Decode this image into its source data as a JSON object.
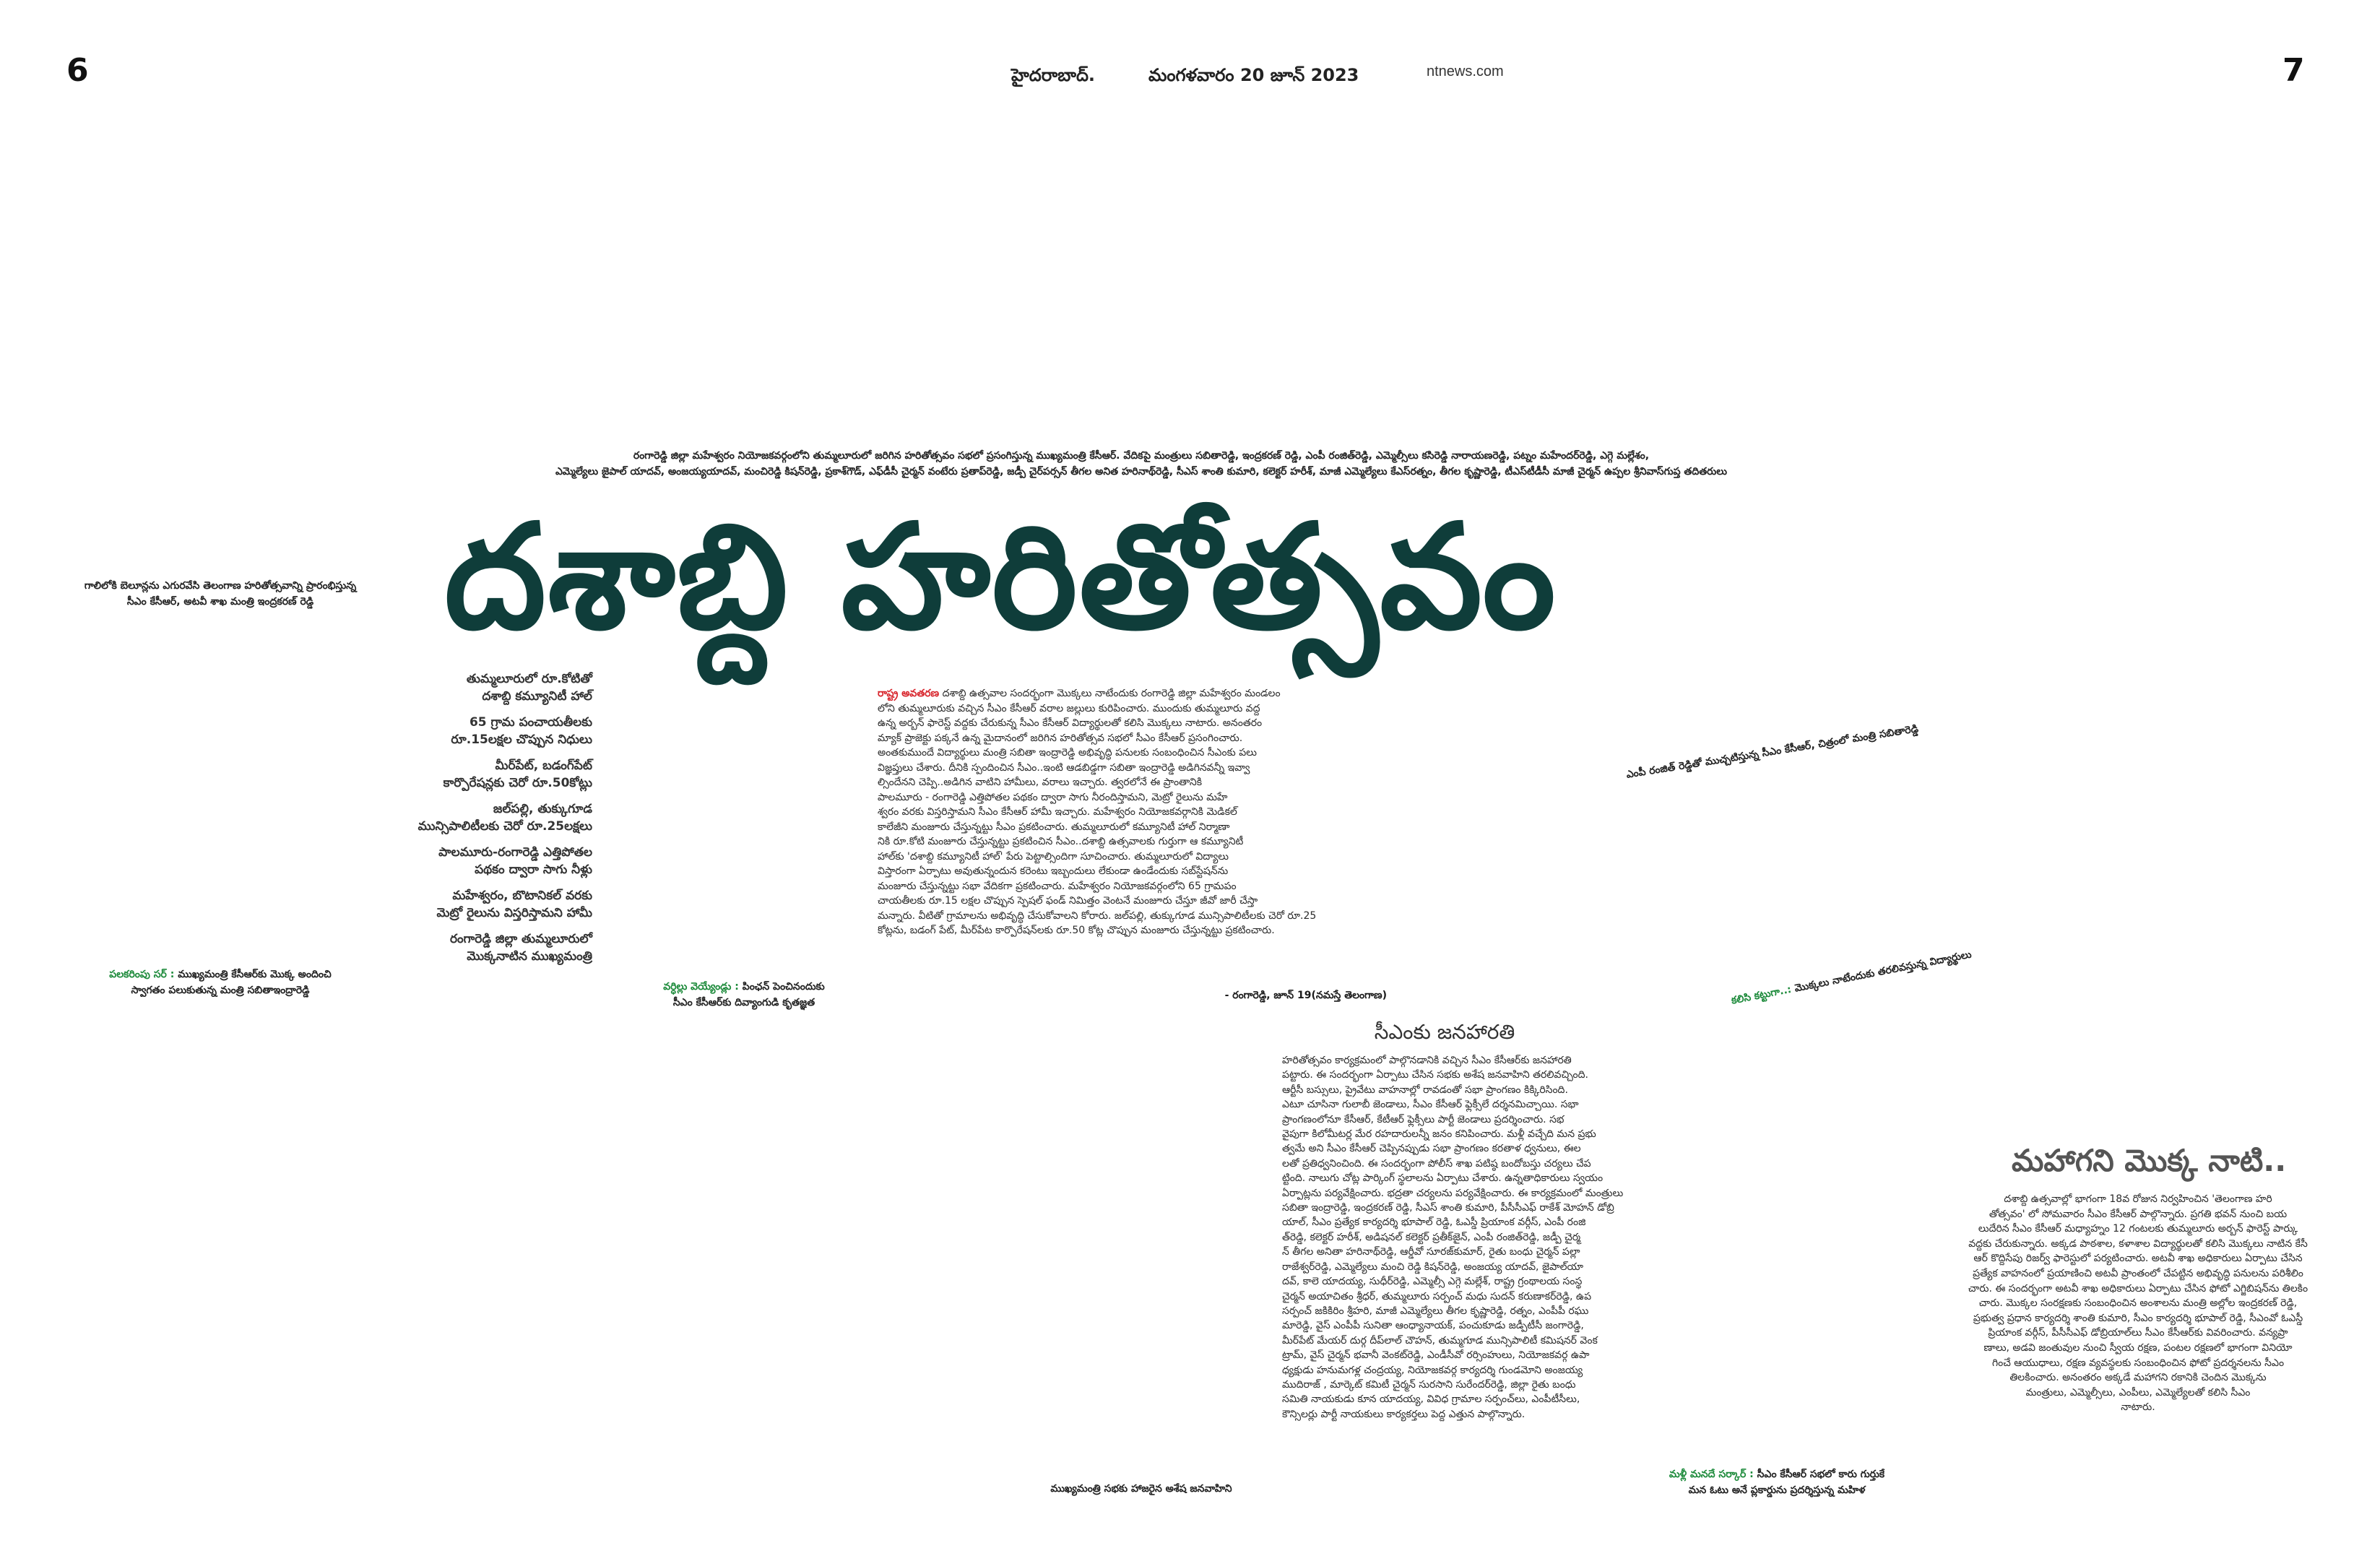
{
  "page_left": "6",
  "page_right": "7",
  "header": {
    "city": "హైదరాబాద్.",
    "date": "మంగళవారం 20 జూన్ 2023",
    "website": "ntnews.com"
  },
  "top_caption": {
    "line1": "రంగారెడ్డి జిల్లా మహేశ్వరం నియోజకవర్గంలోని తుమ్మలూరులో జరిగిన హరితోత్సవం సభలో ప్రసంగిస్తున్న ముఖ్యమంత్రి కేసీఆర్. వేదికపై మంత్రులు సబితారెడ్డి, ఇంద్రకరణ్ రెడ్డి, ఎంపీ రంజిత్‌రెడ్డి, ఎమ్మెల్సీలు కసిరెడ్డి నారాయణరెడ్డి, పట్నం మహేందర్‌రెడ్డి, ఎగ్గె మల్లేశం,",
    "line2": "ఎమ్మెల్యేలు జైపాల్ యాదవ్, అంజయ్యయాదవ్, మంచిరెడ్డి కిషన్‌రెడ్డి, ప్రకాశ్‌గౌడ్, ఎఫ్‌డీసీ చైర్మన్ వంటేరు ప్రతాప్‌రెడ్డి, జడ్పీ చైర్‌పర్సన్ తీగల అనిత హరినాథ్‌రెడ్డి, సీఎస్ శాంతి కుమారి, కలెక్టర్ హరీశ్, మాజీ ఎమ్మెల్యేలు కేఎస్‌రత్నం, తీగల కృష్ణారెడ్డి, టీఎస్‌టీడీసీ మాజీ చైర్మన్ ఉప్పల శ్రీనివాస్‌గుప్త తదితరులు"
  },
  "photo_caption_left": {
    "line1": "గాలిలోకి బెలూన్లను ఎగురవేసి తెలంగాణ హరితోత్సవాన్ని ప్రారంభిస్తున్న",
    "line2": "సీఎం కేసీఆర్, అటవీ శాఖ మంత్రి ఇంద్రకరణ్ రెడ్డి"
  },
  "headline": "దశాబ్ది హరితోత్సవం",
  "highlights": [
    {
      "l1": "తుమ్మలూరులో రూ.కోటితో",
      "l2": "దశాబ్ది కమ్యూనిటీ హాల్"
    },
    {
      "l1": "65 గ్రామ పంచాయతీలకు",
      "l2": "రూ.15లక్షల చొప్పున నిధులు"
    },
    {
      "l1": "మీర్‌పేట్, బడంగ్‌పేట్",
      "l2": "కార్పొరేషన్లకు చెరో రూ.50కోట్లు"
    },
    {
      "l1": "జల్‌పల్లి, తుక్కుగూడ",
      "l2": "మున్సిపాలిటీలకు చెరో రూ.25లక్షలు"
    },
    {
      "l1": "పాలమూరు-రంగారెడ్డి ఎత్తిపోతల",
      "l2": "పథకం ద్వారా సాగు నీళ్లు"
    },
    {
      "l1": "మహేశ్వరం, బొటానికల్ వరకు",
      "l2": "మెట్రో రైలును విస్తరిస్తామని హామీ"
    },
    {
      "l1": "రంగారెడ్డి జిల్లా తుమ్మలూరులో",
      "l2": "మొక్కనాటిన ముఖ్యమంత్రి"
    }
  ],
  "caption_welcome": {
    "label": "పలకరింపు సర్ :",
    "line1": "ముఖ్యమంత్రి కేసీఆర్‌కు మొక్క అందించి",
    "line2": "స్వాగతం పలుకుతున్న మంత్రి సబితాఇంద్రారెడ్డి"
  },
  "caption_pension": {
    "label": "వర్ధిల్లు వెయ్యేండ్లు :",
    "line1": "పింఛన్ పెంచినందుకు",
    "line2": "సీఎం కేసీఆర్‌కు దివ్యాంగుడి కృతజ్ఞత"
  },
  "main_story": {
    "kicker": "రాష్ట్ర అవతరణ",
    "lines": [
      "దశాబ్ది ఉత్సవాల సందర్భంగా మొక్కలు నాటేందుకు రంగారెడ్డి జిల్లా మహేశ్వరం మండలం",
      "లోని తుమ్మలూరుకు వచ్చిన సీఎం కేసీఆర్ వరాల జల్లులు కురిపించారు. ముందుకు తుమ్మలూరు వద్ద",
      "ఉన్న అర్బన్ ఫారెస్ట్ వద్దకు చేరుకున్న సీఎం కేసీఆర్ విద్యార్థులతో కలిసి మొక్కలు నాటారు. అనంతరం",
      "మ్యాక్ ప్రాజెక్టు పక్కనే ఉన్న మైదానంలో జరిగిన హరితోత్సవ సభలో సీఎం కేసీఆర్ ప్రసంగించారు.",
      "అంతకుముందే విద్యార్థులు మంత్రి సబితా ఇంద్రారెడ్డి అభివృద్ధి పనులకు సంబంధించిన సీఎంకు పలు",
      "విజ్ఞప్తులు చేశారు. దీనికి స్పందించిన సీఎం..ఇంటి ఆడబిడ్డగా సబితా ఇంద్రారెడ్డి అడిగినవన్నీ ఇవ్వా",
      "ల్సిందేనని చెప్పి..అడిగిన వాటిని హామీలు, వరాలు ఇచ్చారు. త్వరలోనే ఈ ప్రాంతానికి",
      "పాలమూరు - రంగారెడ్డి ఎత్తిపోతల పథకం ద్వారా సాగు నీరందిస్తామని, మెట్రో రైలును మహే",
      "శ్వరం వరకు విస్తరిస్తామని సీఎం కేసీఆర్ హామీ ఇచ్చారు. మహేశ్వరం నియోజకవర్గానికి మెడికల్",
      "కాలేజీని మంజూరు చేస్తున్నట్టు సీఎం ప్రకటించారు. తుమ్మలూరులో కమ్యూనిటీ హాల్ నిర్మాణా",
      "నికి రూ.కోటి మంజూరు చేస్తున్నట్టు ప్రకటించిన సీఎం..దశాబ్ది ఉత్సవాలకు గుర్తుగా ఆ కమ్యూనిటీ",
      "హాల్‌కు 'దశాబ్ది కమ్యూనిటీ హాల్' పేరు పెట్టాల్సిందిగా సూచించారు. తుమ్మలూరులో విద్యాలు",
      "విస్తారంగా ఏర్పాటు అవుతున్నందున కరెంటు ఇబ్బందులు లేకుండా ఉండేందుకు సబ్‌స్టేషన్‌ను",
      "మంజూరు చేస్తున్నట్టు సభా వేదికగా ప్రకటించారు. మహేశ్వరం నియోజకవర్గంలోని 65 గ్రామపం",
      "చాయతీలకు రూ.15 లక్షల చొప్పున స్పెషల్ ఫండ్ నిమిత్తం వెంటనే మంజూరు చేస్తూ జీవో జారీ చేస్తా",
      "మన్నారు. వీటితో గ్రామాలను అభివృద్ధి చేసుకోవాలని కోరారు. జల్‌పల్లి, తుక్కుగూడ మున్సిపాలిటీలకు చెరో రూ.25",
      "కోట్లను, బడంగ్ పేట్, మీర్‌పేట కార్పొరేషన్‌లకు రూ.50 కోట్ల చొప్పున మంజూరు చేస్తున్నట్టు ప్రకటించారు."
    ],
    "dateline": "- రంగారెడ్డి, జూన్ 19(నమస్తే తెలంగాణ)"
  },
  "caption_cs": "ఎంపీ రంజిత్ రెడ్డితో ముచ్చటిస్తున్న సీఎం కేసీఆర్, చిత్రంలో మంత్రి సబితారెడ్డి",
  "caption_students": {
    "label": "కలిసి కట్టుగా..:",
    "text": "మొక్కలు నాటేందుకు తరలివస్తున్న విద్యార్థులు"
  },
  "story2": {
    "title": "సీఎంకు జనహారతి",
    "lines": [
      "హరితోత్సవం కార్యక్రమంలో పాల్గొనడానికి వచ్చిన సీఎం కేసీఆర్‌కు జనహారతి",
      "పట్టారు. ఈ సందర్భంగా ఏర్పాటు చేసిన సభకు అశేష జనవాహిని తరలివచ్చింది.",
      "ఆర్టీసీ బస్సులు, ప్రైవేటు వాహనాల్లో రావడంతో సభా ప్రాంగణం కిక్కిరిసింది.",
      "ఎటూ చూసినా గులాబీ జెండాలు, సీఎం కేసీఆర్ ఫ్లెక్సీలే దర్శనమిచ్చాయి. సభా",
      "ప్రాంగణంలోనూ కేసీఆర్, కేటీఆర్ ఫ్లెక్సీలు పార్టీ జెండాలు ప్రదర్శించారు. సభ",
      "వైపుగా కిలోమీటర్ల మేర రహదారులన్నీ జనం కనిపించారు. మళ్లీ వచ్చేది మన ప్రభు",
      "త్వమే అని సీఎం కేసీఆర్ చెప్పినప్పుడు సభా ప్రాంగణం కరతాళ ధ్వనులు, ఈల",
      "లతో ప్రతిధ్వనించింది. ఈ సందర్భంగా పోలీస్ శాఖ పటిష్ఠ బందోబస్తు చర్యలు చేప",
      "ట్టింది. నాలుగు చోట్ల పార్కింగ్ స్థలాలను ఏర్పాటు చేశారు. ఉన్నతాధికారులు స్వయం",
      "ఏర్పాట్లను పర్యవేక్షించారు. భద్రతా చర్యలను పర్యవేక్షించారు. ఈ కార్యక్రమంలో మంత్రులు",
      "సబితా ఇంద్రారెడ్డి, ఇంద్రకరణ్ రెడ్డి, సీఎస్ శాంతి కుమారి, పీసీసీఎఫ్ రాకేశ్ మోహన్ డోబ్రి",
      "యాల్, సీఎం ప్రత్యేక కార్యదర్శి భూపాల్ రెడ్డి, ఓఎస్డీ ప్రియాంక వర్గీస్, ఎంపీ రంజి",
      "త్‌రెడ్డి, కలెక్టర్ హరీశ్, అడిషనల్ కలెక్టర్ ప్రతీక్‌జైన్, ఎంపీ రంజిత్‌రెడ్డి, జడ్పీ చైర్మ",
      "న్ తీగల అనితా హరినాథ్‌రెడ్డి, ఆర్డీవో సూరజ్‌కుమార్, రైతు బంధు చైర్మన్ పల్లా",
      "రాజేశ్వర్‌రెడ్డి, ఎమ్మెల్యేలు మంచి రెడ్డి కిషన్‌రెడ్డి, అంజయ్య యాదవ్, జైపాల్‌యా",
      "దవ్, కాలె యాదయ్య, సుధీర్‌రెడ్డి, ఎమ్మెల్సీ ఎగ్గె మల్లేశ్, రాష్ట్ర గ్రంథాలయ సంస్థ",
      "చైర్మన్ అయాచితం శ్రీధర్, తుమ్మలూరు సర్పంచ్ మధు సుదన్ కరుణాకర్‌రెడ్డి, ఉప",
      "సర్పంచ్ జకికిరిం శ్రీహరి, మాజీ ఎమ్మెల్యేలు తీగల కృష్ణారెడ్డి, రత్నం, ఎంపీపీ రఘు",
      "మారెడ్డి, వైస్ ఎంపీపీ సునితా ఆంధ్యానాయక్, పంచుకూడు జడ్పీటీసీ జంగారెడ్డి,",
      "మీర్‌పేట్ మేయర్ దుర్గ దీప్‌లాల్ చౌహన్, తుమ్మగూడ మున్సిపాలిటీ కమిషనర్ వెంక",
      "ట్రామ్, వైస్ చైర్మన్ భవానీ వెంకట్‌రెడ్డి, ఎండీసీవో రర్సింహులు, నియోజకవర్గ ఉపా",
      "ధ్యక్షుడు హనుమగళ్ల చంద్రయ్య, నియోజకవర్గ కార్యదర్శి గుండమోని అంజయ్య",
      "ముదిరాజ్ , మార్కెట్ కమిటీ చైర్మన్ సురసాని సురేందర్‌రెడ్డి, జిల్లా రైతు బంధు",
      "సమితి నాయకుడు కూన యాదయ్య, వివిధ గ్రామాల సర్పంచ్‌లు, ఎంపీటీసీలు,",
      "కౌన్సిలర్లు పార్టీ నాయకులు కార్యకర్తలు పెద్ద ఎత్తున పాల్గొన్నారు."
    ]
  },
  "caption_crowd": "ముఖ్యమంత్రి సభకు హాజరైన అశేష జనవాహిని",
  "caption_car": {
    "label": "మళ్లీ మనదే సర్కార్ :",
    "line1": "సీఎం కేసీఆర్ సభలో కారు గుర్తుకే",
    "line2": "మన ఓటు అనే ప్లకార్డును ప్రదర్శిస్తున్న మహిళ"
  },
  "story3": {
    "title": "మహాగని మొక్క నాటి..",
    "lines": [
      "దశాబ్ది ఉత్సవాల్లో భాగంగా 18వ రోజున నిర్వహించిన 'తెలంగాణ హరి",
      "తోత్సవం' లో సోమవారం సీఎం కేసీఆర్ పాల్గొన్నారు. ప్రగతి భవన్ నుంచి బయ",
      "లుదేరిన సీఎం కేసీఆర్ మధ్యాహ్నం 12 గంటలకు తుమ్మలూరు అర్బన్ ఫారెస్ట్ పార్కు",
      "వద్దకు చేరుకున్నారు. అక్కడ పాఠశాల, కళాశాల విద్యార్థులతో కలిసి మొక్కలు నాటిన కేసీ",
      "ఆర్ కొద్దిసేపు రిజర్వ్ ఫారెస్టులో పర్యటించారు. అటవీ శాఖ అధికారులు ఏర్పాటు చేసిన",
      "ప్రత్యేక వాహనంలో ప్రయాణించి అటవీ ప్రాంతంలో చేపట్టిన అభివృద్ధి పనులను పరిశీలిం",
      "చారు. ఈ సందర్భంగా అటవీ శాఖ అధికారులు ఏర్పాటు చేసిన ఫోటో ఎగ్జిబిషన్‌ను తిలకిం",
      "చారు. మొక్కల సంరక్షణకు సంబంధించిన అంశాలను మంత్రి అల్లోల ఇంద్రకరణ్ రెడ్డి,",
      "ప్రభుత్వ ప్రధాన కార్యదర్శి శాంతి కుమారి, సీఎం కార్యదర్శి భూపాల్ రెడ్డి, సీఎంవో ఓఎస్డీ",
      "ప్రియాంక వర్గీస్, పీసీసీఎఫ్ డోబ్రియాల్‌లు సీఎం కేసీఆర్‌కు వివరించారు. వన్యప్రా",
      "ణాలు, అడవి జంతువుల నుంచి స్వీయ రక్షణ, పంటల రక్షణలో భాగంగా వినియో",
      "గించే ఆయుధాలు, రక్షణ వ్యవస్థలకు సంబంధించిన ఫోటో ప్రదర్శనలను సీఎం",
      "తిలకించారు. అనంతరం అక్కడే మహాగని రకానికి చెందిన మొక్కను",
      "మంత్రులు, ఎమ్మెల్సీలు, ఎంపీలు, ఎమ్మెల్యేలతో కలిసి సీఎం",
      "నాటారు."
    ]
  }
}
